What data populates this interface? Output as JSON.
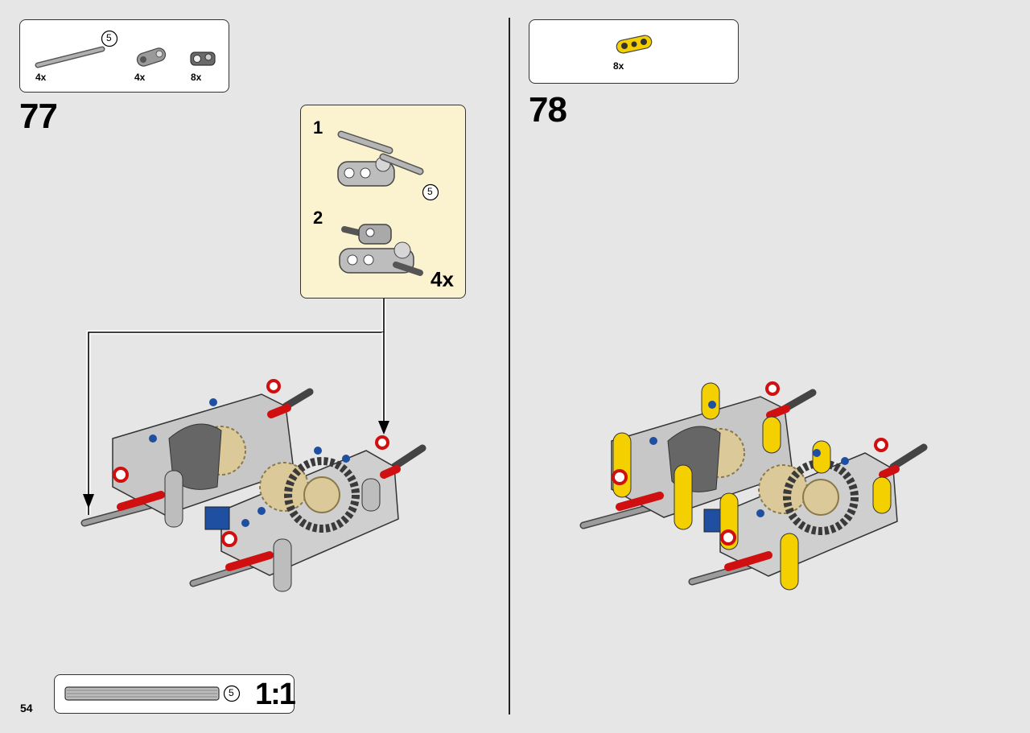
{
  "left_page": {
    "parts_list": [
      {
        "icon": "axle-5-icon",
        "length_label": "5",
        "quantity": "4x"
      },
      {
        "icon": "connector-gray-icon",
        "quantity": "4x"
      },
      {
        "icon": "connector-dark-icon",
        "quantity": "8x"
      }
    ],
    "step_number": "77",
    "submodel": {
      "steps": [
        {
          "number": "1",
          "axle_label": "5"
        },
        {
          "number": "2"
        }
      ],
      "multiplier": "4x"
    },
    "scale_indicator": {
      "length_label": "5",
      "ratio": "1:1"
    },
    "page_number": "54"
  },
  "right_page": {
    "parts_list": [
      {
        "icon": "yellow-liftarm-icon",
        "quantity": "8x"
      }
    ],
    "step_number": "78"
  },
  "colors": {
    "background": "#e6e6e6",
    "submodel_background": "#fbf3cf",
    "part_gray": "#a8a8a8",
    "part_red": "#d01010",
    "part_yellow": "#f5d000",
    "part_blue": "#1f4fa0",
    "part_tan": "#dcc99a"
  }
}
